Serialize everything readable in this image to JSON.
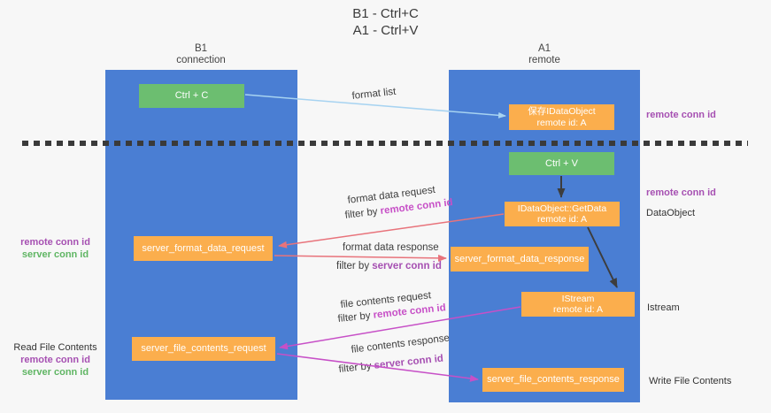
{
  "colors": {
    "bg": "#f7f7f7",
    "blue": "#4a7ed3",
    "orange": "#fbae4d",
    "green": "#6cbe70",
    "purple": "#a650b2",
    "greentext": "#5fb563",
    "salmon": "#e8737b",
    "magenta": "#c750c7",
    "lightblue": "#a7d3f1",
    "ink": "#3d3d3d"
  },
  "title": {
    "line1": "B1 - Ctrl+C",
    "line2": "A1 - Ctrl+V"
  },
  "lanes": {
    "left": {
      "name": "B1",
      "role": "connection"
    },
    "right": {
      "name": "A1",
      "role": "remote"
    }
  },
  "boxes": {
    "ctrl_c": "Ctrl + C",
    "save_dataobject": {
      "line1": "保存IDataObject",
      "line2": "remote id: A"
    },
    "ctrl_v": "Ctrl + V",
    "getdata": {
      "line1": "IDataObject::GetData",
      "line2": "remote id: A"
    },
    "format_request": "server_format_data_request",
    "format_response": "server_format_data_response",
    "istream": {
      "line1": "IStream",
      "line2": "remote id: A"
    },
    "file_request": "server_file_contents_request",
    "file_response": "server_file_contents_response"
  },
  "flow_labels": {
    "format_list": "format list",
    "format_data_request": "format data request",
    "format_data_response": "format data response",
    "file_contents_request": "file contents request",
    "file_contents_response": "file contents response",
    "filter_by": "filter by ",
    "remote_conn_id": "remote conn id",
    "server_conn_id": "server conn id"
  },
  "side_labels": {
    "left_top": {
      "remote": "remote conn id",
      "server": "server conn id"
    },
    "left_bottom": {
      "title": "Read File Contents",
      "remote": "remote conn id",
      "server": "server conn id"
    },
    "right": {
      "conn_top": "remote conn id",
      "conn_mid": "remote conn id",
      "dataobject": "DataObject",
      "istream": "Istream",
      "write": "Write File Contents"
    }
  }
}
